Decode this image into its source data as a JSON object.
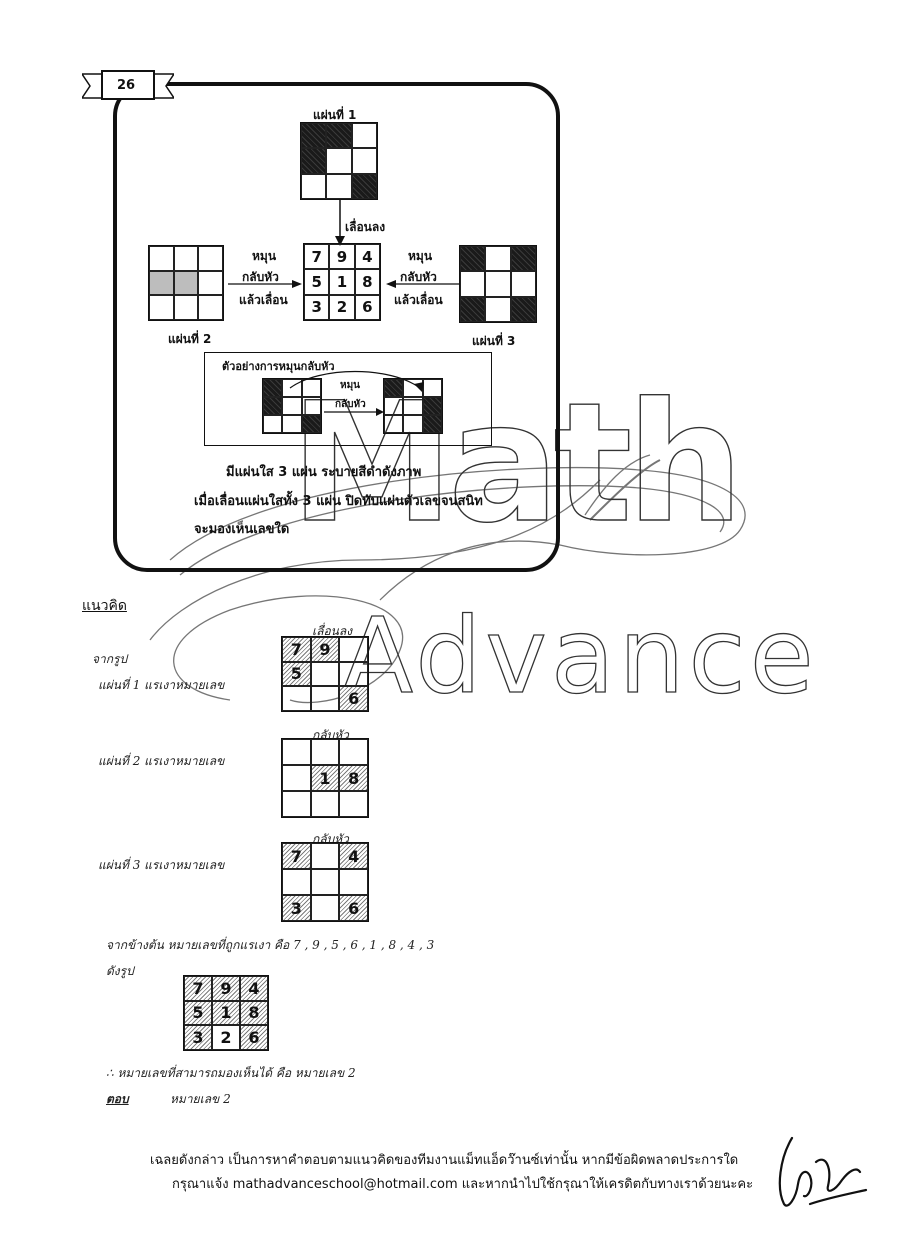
{
  "page_number": "26",
  "watermark": {
    "word1": "Math",
    "word2": "Advance"
  },
  "problem": {
    "sheet1_label": "แผ่นที่ 1",
    "sheet2_label": "แผ่นที่ 2",
    "sheet3_label": "แผ่นที่ 3",
    "move_down": "เลื่อนลง",
    "left_arrow_label": [
      "หมุน",
      "กลับหัว",
      "แล้วเลื่อน"
    ],
    "right_arrow_label": [
      "หมุน",
      "กลับหัว",
      "แล้วเลื่อน"
    ],
    "number_grid": [
      "7",
      "9",
      "4",
      "5",
      "1",
      "8",
      "3",
      "2",
      "6"
    ],
    "example_title": "ตัวอย่างการหมุนกลับหัว",
    "example_arrow_label": [
      "หมุน",
      "กลับหัว"
    ],
    "text_line1": "มีแผ่นใส 3 แผ่น ระบายสีดำดังภาพ",
    "text_line2": "เมื่อเลื่อนแผ่นใสทั้ง 3 แผ่น ปิดทับแผ่นตัวเลขจนสนิท",
    "text_line3": "จะมองเห็นเลขใด"
  },
  "solution": {
    "heading": "แนวคิด",
    "from_figure": "จากรูป",
    "move_down": "เลื่อนลง",
    "flip1": "กลับหัว",
    "flip2": "กลับหัว",
    "sheet1_text": "แผ่นที่ 1    แรเงาหมายเลข",
    "sheet2_text": "แผ่นที่ 2    แรเงาหมายเลข",
    "sheet3_text": "แผ่นที่ 3    แรเงาหมายเลข",
    "g1_numbers": [
      "7",
      "9",
      "",
      "5",
      "",
      "",
      "",
      "",
      "6"
    ],
    "g2_numbers": [
      "",
      "",
      "",
      "",
      "1",
      "8",
      "",
      "",
      ""
    ],
    "g3_numbers": [
      "7",
      "",
      "4",
      "",
      "",
      "",
      "3",
      "",
      "6"
    ],
    "summary": "จากข้างต้น  หมายเลขที่ถูกแรเงา  คือ   7 , 9 , 5 , 6 , 1 , 8 , 4 , 3",
    "as_figure": "ดังรูป",
    "final_numbers": [
      "7",
      "9",
      "4",
      "5",
      "1",
      "8",
      "3",
      "2",
      "6"
    ],
    "therefore": "∴  หมายเลขที่สามารถมองเห็นได้  คือ  หมายเลข  2",
    "answer_label": "ตอบ",
    "answer_value": "หมายเลข  2"
  },
  "footer": {
    "line1": "เฉลยดังกล่าว เป็นการหาคำตอบตามแนวคิดของทีมงานแม็ทแอ็ดว๊านซ์เท่านั้น  หากมีข้อผิดพลาดประการใด",
    "line2": "กรุณาแจ้ง mathadvanceschool@hotmail.com และหากนำไปใช้กรุณาให้เครดิตกับทางเราด้วยนะคะ"
  }
}
